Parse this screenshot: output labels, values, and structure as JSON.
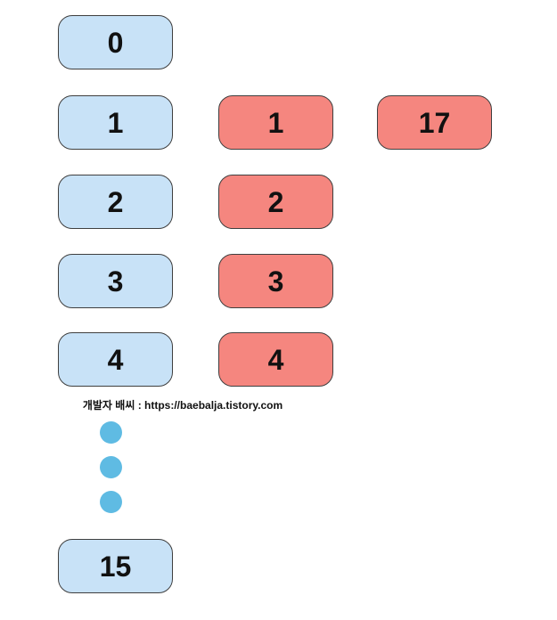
{
  "caption": "개발자 배씨 : https://baebalja.tistory.com",
  "boxes": {
    "blue": [
      "0",
      "1",
      "2",
      "3",
      "4"
    ],
    "blue_last": "15",
    "red": [
      "1",
      "2",
      "3",
      "4"
    ],
    "value": "17"
  },
  "icons": {
    "ellipsis_dot": "circle"
  },
  "colors": {
    "blue_fill": "#c8e2f7",
    "red_fill": "#f5867f",
    "dot_fill": "#5fbbe3",
    "border": "#3f3f3f"
  }
}
